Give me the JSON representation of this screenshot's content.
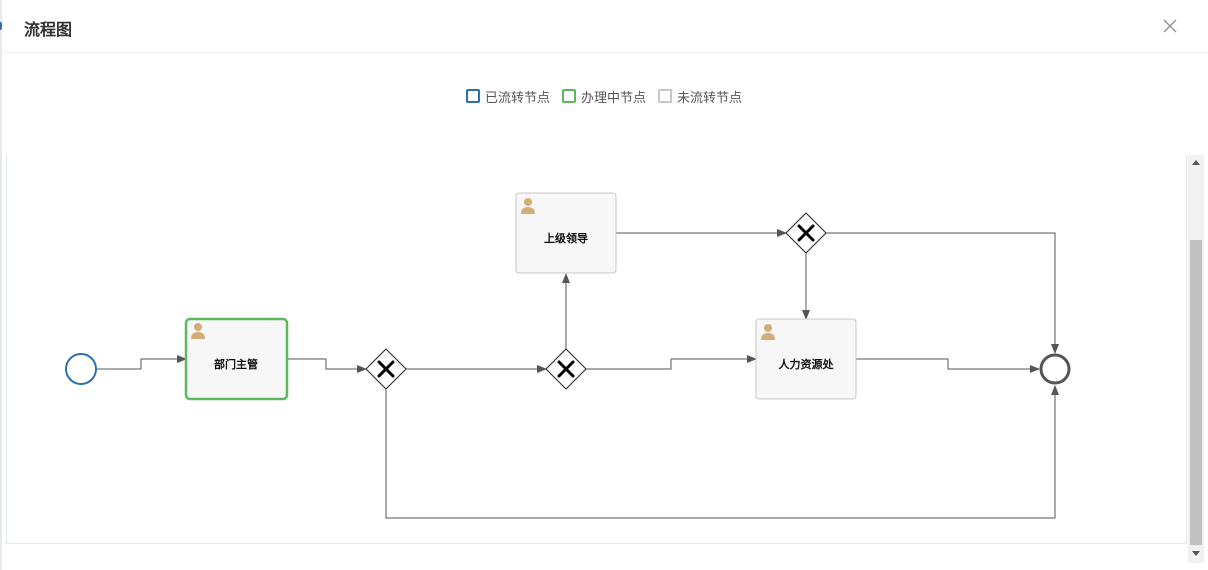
{
  "dialog": {
    "title": "流程图"
  },
  "legend": {
    "items": [
      {
        "label": "已流转节点",
        "color": "#2c6fad"
      },
      {
        "label": "办理中节点",
        "color": "#5cb85c"
      },
      {
        "label": "未流转节点",
        "color": "#c7c7c7"
      }
    ]
  },
  "diagram": {
    "tasks": {
      "dept_manager": "部门主管",
      "superior_leader": "上级领导",
      "hr": "人力资源处"
    }
  },
  "colors": {
    "completed": "#2c6fad",
    "active": "#5cb85c",
    "line": "#555555",
    "task_fill": "#f7f7f7",
    "task_border": "#c7c7c7",
    "user_icon": "#d2ad77"
  }
}
